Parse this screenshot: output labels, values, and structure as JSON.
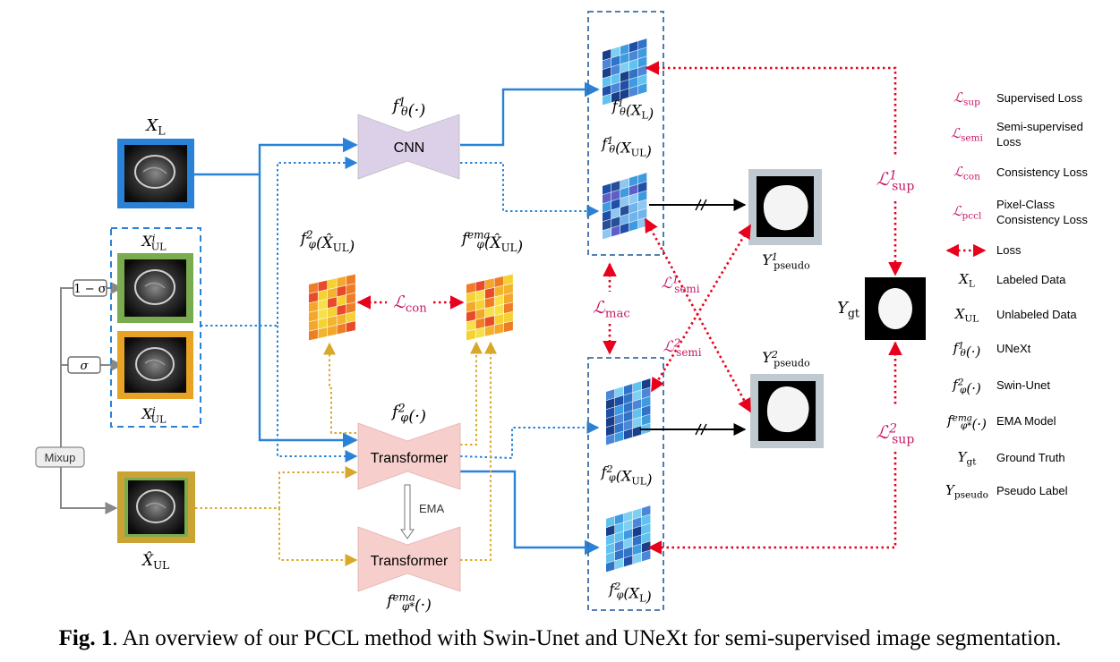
{
  "inputs": {
    "labeled": "X_L",
    "unlabeled_group": "X^i_UL",
    "unlabeled_j": "X^j_UL",
    "mixed": "X̂_UL",
    "one_minus_sigma": "1 − σ",
    "sigma": "σ",
    "mixup": "Mixup"
  },
  "nets": {
    "cnn_label": "CNN",
    "cnn_func": "f^1_θ(·)",
    "transformer_label": "Transformer",
    "transformer_func": "f^2_φ(·)",
    "ema_label": "EMA",
    "ema_transformer_label": "Transformer",
    "ema_func": "f^ema_φ*(·)"
  },
  "outputs": {
    "cnn_l": "f^1_θ(X_L)",
    "cnn_ul": "f^1_θ(X_UL)",
    "tr_ul": "f^2_φ(X_UL)",
    "tr_l": "f^2_φ(X_L)",
    "heat_student": "f^2_φ(X̂_UL)",
    "heat_teacher": "f^ema_φ(X̂_UL)",
    "pseudo1": "Y^1_pseudo",
    "pseudo2": "Y^2_pseudo",
    "gt": "Y_gt"
  },
  "losses": {
    "con": "L_con",
    "mac": "L_mac",
    "semi1": "L^1_semi",
    "semi2": "L^2_semi",
    "sup1": "L^1_sup",
    "sup2": "L^2_sup"
  },
  "legend": [
    {
      "symbol": "L_sup",
      "text": [
        "Supervised Loss"
      ]
    },
    {
      "symbol": "L_semi",
      "text": [
        "Semi-supervised",
        "Loss"
      ]
    },
    {
      "symbol": "L_con",
      "text": [
        "Consistency Loss"
      ]
    },
    {
      "symbol": "L_pccl",
      "text": [
        "Pixel-Class",
        "Consistency Loss"
      ]
    },
    {
      "symbol": "",
      "text": [
        "Loss"
      ]
    },
    {
      "symbol": "X_L",
      "text": [
        "Labeled Data"
      ]
    },
    {
      "symbol": "X_UL",
      "text": [
        "Unlabeled Data"
      ]
    },
    {
      "symbol": "f^1_θ(·)",
      "text": [
        "UNeXt"
      ]
    },
    {
      "symbol": "f^2_φ(·)",
      "text": [
        "Swin-Unet"
      ]
    },
    {
      "symbol": "f^ema_φ*(·)",
      "text": [
        "EMA Model"
      ]
    },
    {
      "symbol": "Y_gt",
      "text": [
        "Ground Truth"
      ]
    },
    {
      "symbol": "Y_pseudo",
      "text": [
        "Pseudo Label"
      ]
    }
  ],
  "caption": {
    "prefix": "Fig. 1",
    "text": ". An overview of our PCCL method with Swin-Unet and UNeXt for semi-supervised image segmentation."
  },
  "colors": {
    "blue": "#2a82d6",
    "gold": "#d8a82a",
    "red": "#e8001c",
    "magenta": "#c8186a",
    "gray": "#888888",
    "cnn_fill": "#dcd0e8",
    "transformer_fill": "#f6cfcc"
  }
}
